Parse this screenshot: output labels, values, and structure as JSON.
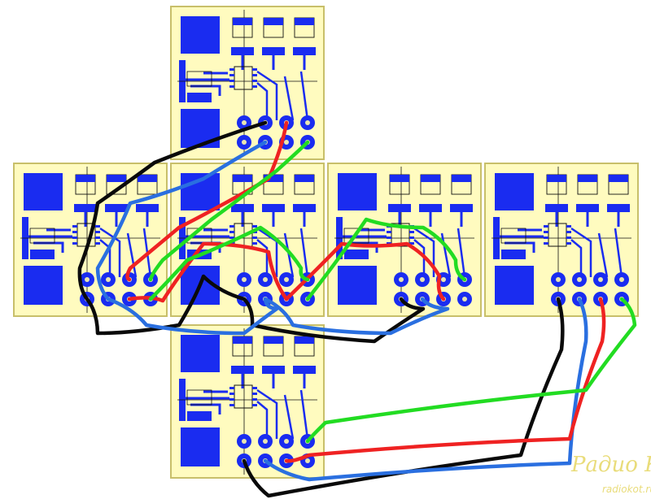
{
  "colors": {
    "background": "#ffffff",
    "board_fill": "#fffbbf",
    "board_edge": "#c8bf6a",
    "copper": "#1a2cf0",
    "pad_hole": "#e9e5b0",
    "silk": "#111111",
    "watermark": "#e9dc7a",
    "wire_black": "#0a0a0a",
    "wire_blue": "#2a6fe0",
    "wire_red": "#ef2222",
    "wire_green": "#22dc22"
  },
  "diagram": {
    "layout": "cross",
    "boards": [
      {
        "id": "top",
        "pads": 8
      },
      {
        "id": "left",
        "pads": 8
      },
      {
        "id": "center",
        "pads": 8
      },
      {
        "id": "right",
        "pads": 8
      },
      {
        "id": "far-right",
        "pads": 8
      },
      {
        "id": "bottom",
        "pads": 8
      }
    ],
    "wires": [
      {
        "color": "black"
      },
      {
        "color": "blue"
      },
      {
        "color": "red"
      },
      {
        "color": "green"
      }
    ]
  },
  "watermark": {
    "title": "Радио КОТ",
    "url": "radiokot.ru"
  }
}
